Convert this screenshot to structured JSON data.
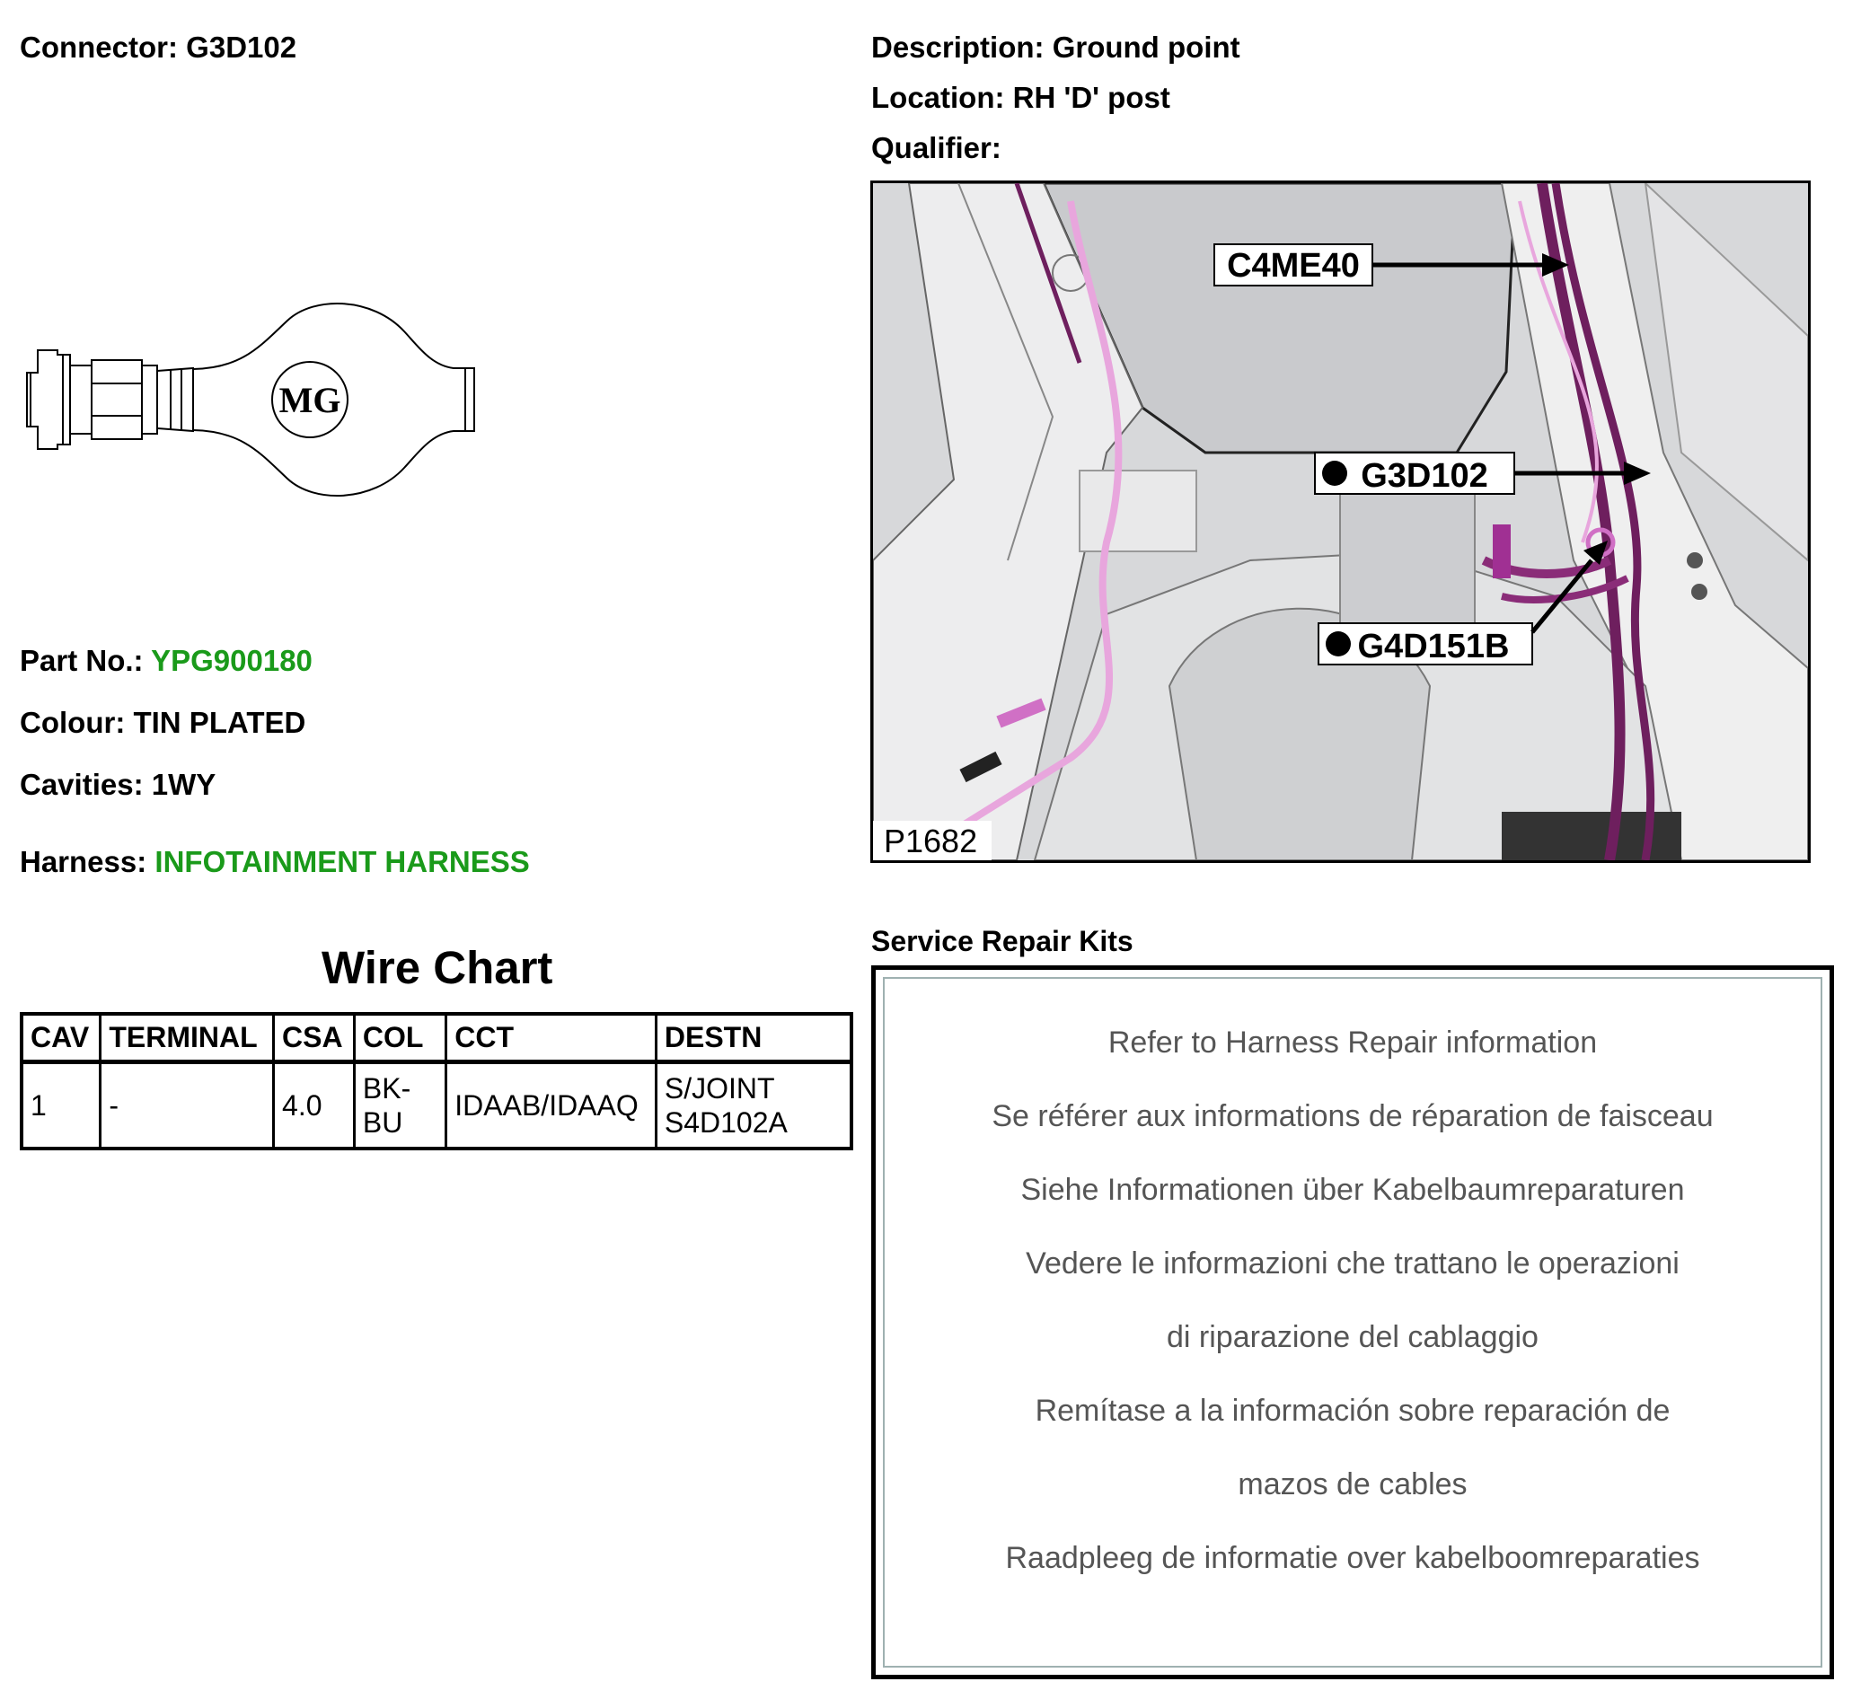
{
  "connector": {
    "label": "Connector:",
    "value": "G3D102"
  },
  "description": {
    "label": "Description:",
    "value": "Ground point"
  },
  "location": {
    "label": "Location:",
    "value": "RH 'D' post"
  },
  "qualifier": {
    "label": "Qualifier:",
    "value": ""
  },
  "drawing": {
    "logo_text": "MG"
  },
  "part_no": {
    "label": "Part No.:",
    "value": "YPG900180"
  },
  "colour": {
    "label": "Colour:",
    "value": "TIN PLATED"
  },
  "cavities": {
    "label": "Cavities:",
    "value": "1WY"
  },
  "harness": {
    "label": "Harness:",
    "value": "INFOTAINMENT HARNESS"
  },
  "colors": {
    "accent_green": "#1a9a1a",
    "harness_purple": "#6e1f5e",
    "harness_pink": "#e8a6dd"
  },
  "wire_chart": {
    "title": "Wire Chart",
    "headers": [
      "CAV",
      "TERMINAL",
      "CSA",
      "COL",
      "CCT",
      "DESTN"
    ],
    "rows": [
      {
        "cav": "1",
        "terminal": "-",
        "csa": "4.0",
        "col": "BK-\nBU",
        "cct": "IDAAB/IDAAQ",
        "destn": "S/JOINT\nS4D102A"
      }
    ]
  },
  "photo": {
    "callouts": {
      "c1": "C4ME40",
      "c2": "G3D102",
      "c3": "G4D151B"
    },
    "ref": "P1682"
  },
  "service_repair": {
    "title": "Service Repair Kits",
    "lines": [
      "Refer to Harness Repair information",
      "Se référer aux informations de réparation de faisceau",
      "Siehe Informationen über Kabelbaumreparaturen",
      "Vedere le informazioni che trattano le operazioni",
      "di riparazione del cablaggio",
      "Remítase a la información sobre reparación de",
      "mazos de cables",
      "Raadpleeg de informatie over kabelboomreparaties"
    ]
  }
}
